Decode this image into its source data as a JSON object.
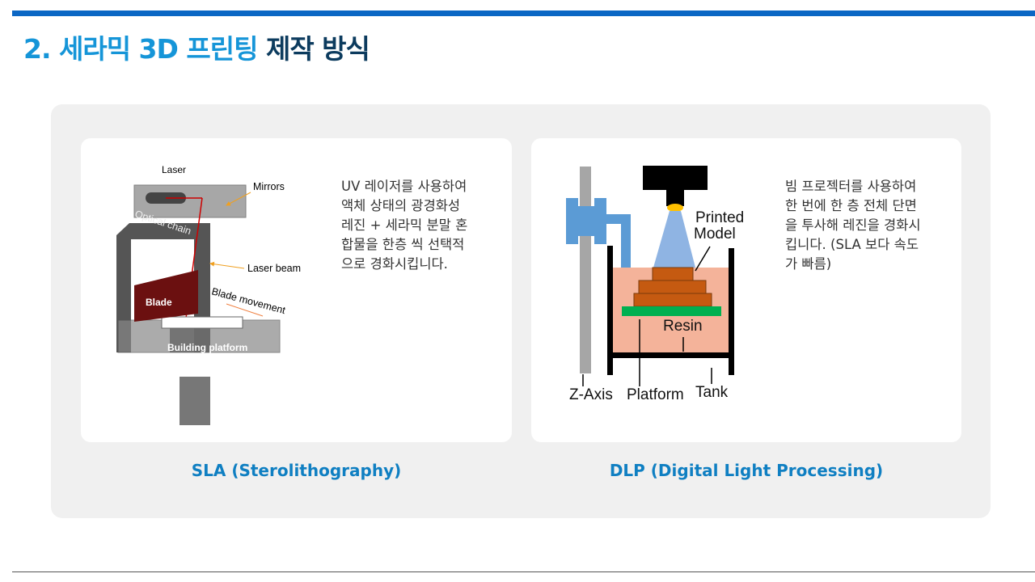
{
  "title": {
    "part1": "2. 세라믹 3D 프린팅",
    "part2": " 제작 방식"
  },
  "sla": {
    "caption": "SLA (Sterolithography)",
    "description": "UV 레이저를 사용하여\n액체 상태의 광경화성\n레진 + 세라믹 분말 혼\n합물을 한층 씩 선택적\n으로 경화시킵니다.",
    "labels": {
      "laser": "Laser",
      "mirrors": "Mirrors",
      "optical": "Optical chain",
      "beam": "Laser beam",
      "blade": "Blade",
      "movement": "Blade movement",
      "platform": "Building platform"
    }
  },
  "dlp": {
    "caption": "DLP (Digital Light Processing)",
    "description": "빔 프로젝터를 사용하여\n한 번에 한 층 전체 단면\n을 투사해 레진을 경화시\n킵니다. (SLA 보다 속도\n가 빠름)",
    "labels": {
      "printed": "Printed",
      "model": "Model",
      "resin": "Resin",
      "zaxis": "Z-Axis",
      "platform": "Platform",
      "tank": "Tank"
    }
  }
}
